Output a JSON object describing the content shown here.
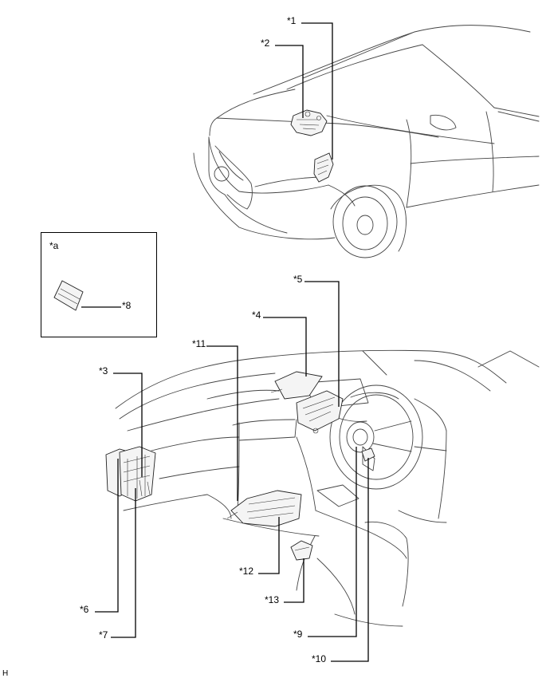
{
  "diagram": {
    "callouts": {
      "c1": "*1",
      "c2": "*2",
      "c3": "*3",
      "c4": "*4",
      "c5": "*5",
      "c6": "*6",
      "c7": "*7",
      "c8": "*8",
      "c9": "*9",
      "c10": "*10",
      "c11": "*11",
      "c12": "*12",
      "c13": "*13"
    },
    "inset_label": "*a",
    "corner_mark": "H"
  }
}
